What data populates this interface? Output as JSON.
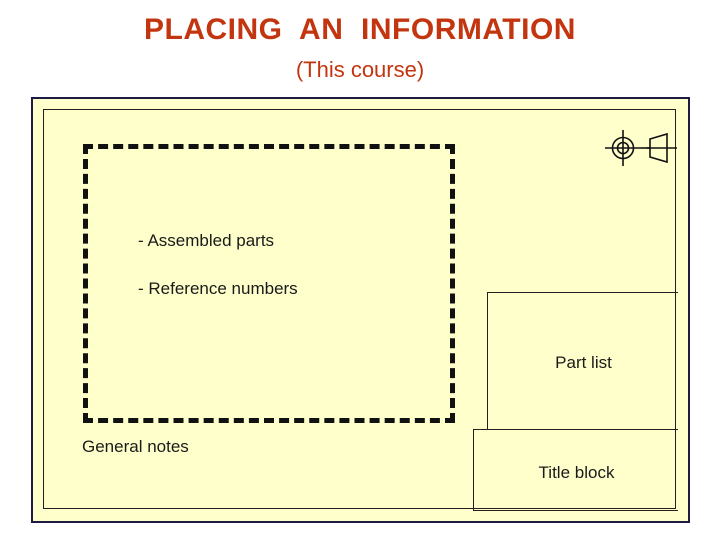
{
  "slide": {
    "title": "PLACING  AN  INFORMATION",
    "subtitle": "(This course)",
    "title_color": "#c3350f",
    "sheet_background": "#ffffcc",
    "sheet_border_color": "#1b1b44",
    "line_color": "#231f20"
  },
  "drawing_sheet": {
    "projection_symbol_name": "first-angle-projection-symbol",
    "dashed_area": {
      "label": "drawing-area",
      "notes": [
        {
          "text": "- Assembled parts"
        },
        {
          "text": "- Reference numbers"
        }
      ]
    },
    "general_notes_label": "General notes",
    "part_list_label": "Part list",
    "title_block_label": "Title block"
  }
}
